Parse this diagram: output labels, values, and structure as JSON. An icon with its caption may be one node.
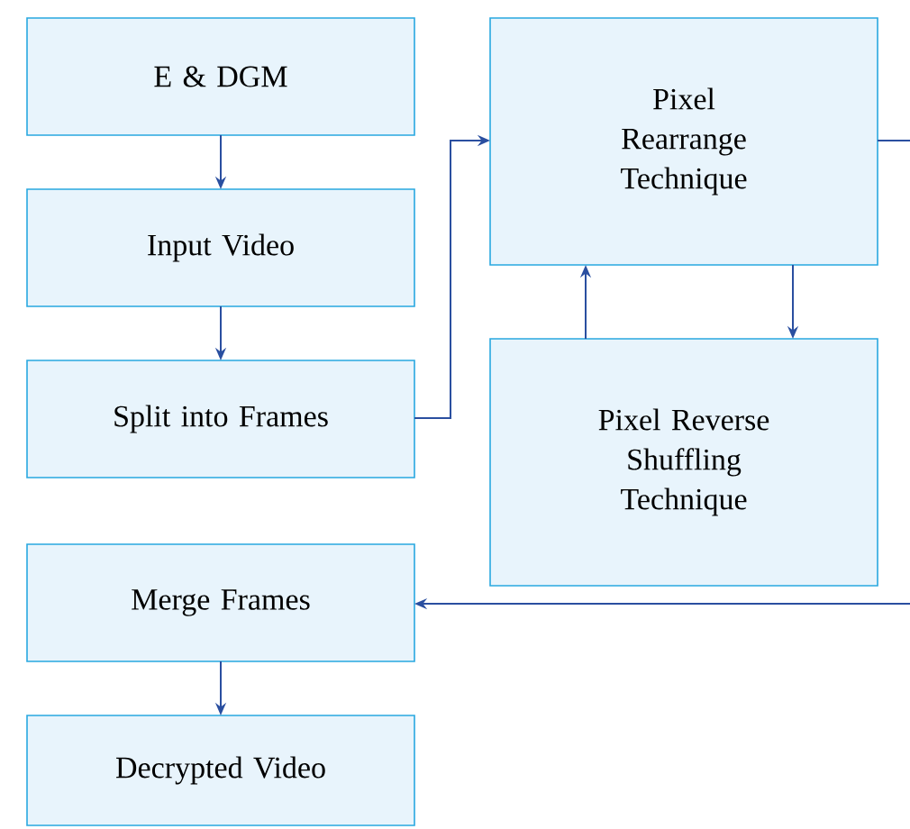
{
  "diagram": {
    "nodes": [
      {
        "text": [
          "E & DGM"
        ]
      },
      {
        "text": [
          "Input Video"
        ]
      },
      {
        "text": [
          "Split into Frames"
        ]
      },
      {
        "text": [
          "Pixel Rearrange Technique"
        ]
      },
      {
        "text": [
          "Pixel Reverse Shuffling Technique"
        ]
      },
      {
        "text": [
          "Merge Frames"
        ]
      },
      {
        "text": [
          "Decrypted Video"
        ]
      }
    ],
    "edges": [
      {
        "from": 0,
        "to": 1,
        "arrow": "to"
      },
      {
        "from": 1,
        "to": 2,
        "arrow": "to"
      },
      {
        "from": 2,
        "to": 3,
        "arrow": "to"
      },
      {
        "from": 4,
        "to": 3,
        "arrow": "to"
      },
      {
        "from": 3,
        "to": 4,
        "arrow": "to"
      },
      {
        "from": 3,
        "to": null,
        "arrow": "none"
      },
      {
        "from": null,
        "to": 5,
        "arrow": "to"
      },
      {
        "from": 5,
        "to": 6,
        "arrow": "to"
      }
    ]
  }
}
